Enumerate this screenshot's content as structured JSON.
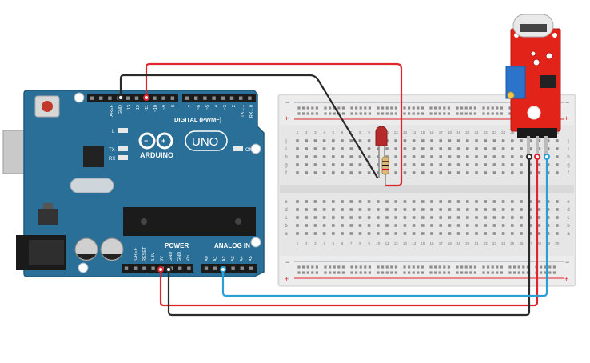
{
  "arduino": {
    "brand": "ARDUINO",
    "model": "UNO",
    "digital_header_label": "DIGITAL (PWM~)",
    "power_header_label": "POWER",
    "analog_header_label": "ANALOG IN",
    "on_label": "ON",
    "led_labels": [
      "L",
      "TX",
      "RX"
    ],
    "digital_pins": [
      "AREF",
      "GND",
      "13",
      "12",
      "~11",
      "~10",
      "~9",
      "8",
      "7",
      "~6",
      "~5",
      "4",
      "~3",
      "2",
      "TX→1",
      "RX←0"
    ],
    "power_pins": [
      "IOREF",
      "RESET",
      "3.3V",
      "5V",
      "GND",
      "GND",
      "Vin"
    ],
    "analog_pins": [
      "A0",
      "A1",
      "A2",
      "A3",
      "A4",
      "A5"
    ]
  },
  "breadboard": {
    "rail_minus": "−",
    "rail_plus": "+",
    "row_letters_top": [
      "j",
      "i",
      "h",
      "g",
      "f"
    ],
    "row_letters_bottom": [
      "e",
      "d",
      "c",
      "b",
      "a"
    ],
    "column_numbers": [
      "1",
      "2",
      "3",
      "4",
      "5",
      "6",
      "7",
      "8",
      "9",
      "10",
      "11",
      "12",
      "13",
      "14",
      "15",
      "16",
      "17",
      "18",
      "19",
      "20",
      "21",
      "22",
      "23",
      "24",
      "25",
      "26",
      "27",
      "28",
      "29",
      "30"
    ]
  },
  "colors": {
    "board_blue": "#2a6f97",
    "board_blue_dark": "#1f5a7d",
    "wire_red": "#e0242b",
    "wire_black": "#2b2b2b",
    "wire_blue": "#2a9fd6",
    "sensor_red": "#e2231a",
    "breadboard": "#e9e9e9",
    "led_red": "#b52a2a"
  }
}
